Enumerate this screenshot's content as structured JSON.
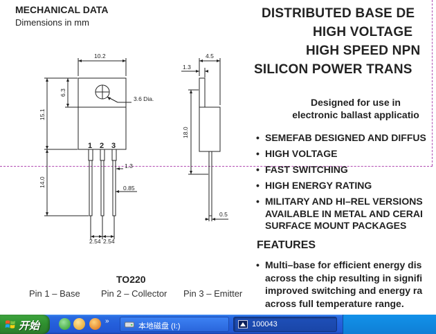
{
  "document": {
    "mech_title": "MECHANICAL DATA",
    "mech_subtitle": "Dimensions in mm",
    "headline": [
      "DISTRIBUTED BASE DE",
      "HIGH VOLTAGE",
      "HIGH SPEED NPN",
      "SILICON POWER TRANS"
    ],
    "designed_for": [
      "Designed for use in",
      "electronic ballast applicatio"
    ],
    "bullets": [
      "SEMEFAB DESIGNED AND DIFFUS",
      "HIGH VOLTAGE",
      "FAST SWITCHING",
      "HIGH ENERGY RATING",
      "MILITARY AND HI–REL VERSIONS",
      "AVAILABLE IN METAL AND CERAI",
      "SURFACE MOUNT PACKAGES"
    ],
    "features_heading": "FEATURES",
    "feature_lines": [
      "Multi–base for efficient energy dis",
      "across the chip resulting in signifi",
      "improved switching and energy ra",
      "across full temperature range."
    ],
    "package_name": "TO220",
    "pins": [
      "Pin 1 – Base",
      "Pin 2 – Collector",
      "Pin 3 – Emitter"
    ],
    "pin_numbers": [
      "1",
      "2",
      "3"
    ],
    "dimensions": {
      "width": "10.2",
      "hole_offset": "6.3",
      "hole_dia": "3.6 Dia.",
      "body_height": "15.1",
      "lead_length": "14.0",
      "lead_width": "1.3",
      "lead_thickness_front": "0.85",
      "pitch_left": "2.54",
      "pitch_right": "2.54",
      "side_depth": "4.5",
      "tab_thickness": "1.3",
      "side_height": "18.0",
      "side_lead": "0.5"
    }
  },
  "taskbar": {
    "start_label": "开始",
    "windows": [
      {
        "label": "本地磁盘 (I:)",
        "icon": "drive-icon"
      },
      {
        "label": "100043",
        "icon": "app-icon"
      }
    ]
  },
  "colors": {
    "taskbar_blue": "#245edb",
    "start_green": "#2e8f2e",
    "dash_border": "#b048b0"
  }
}
